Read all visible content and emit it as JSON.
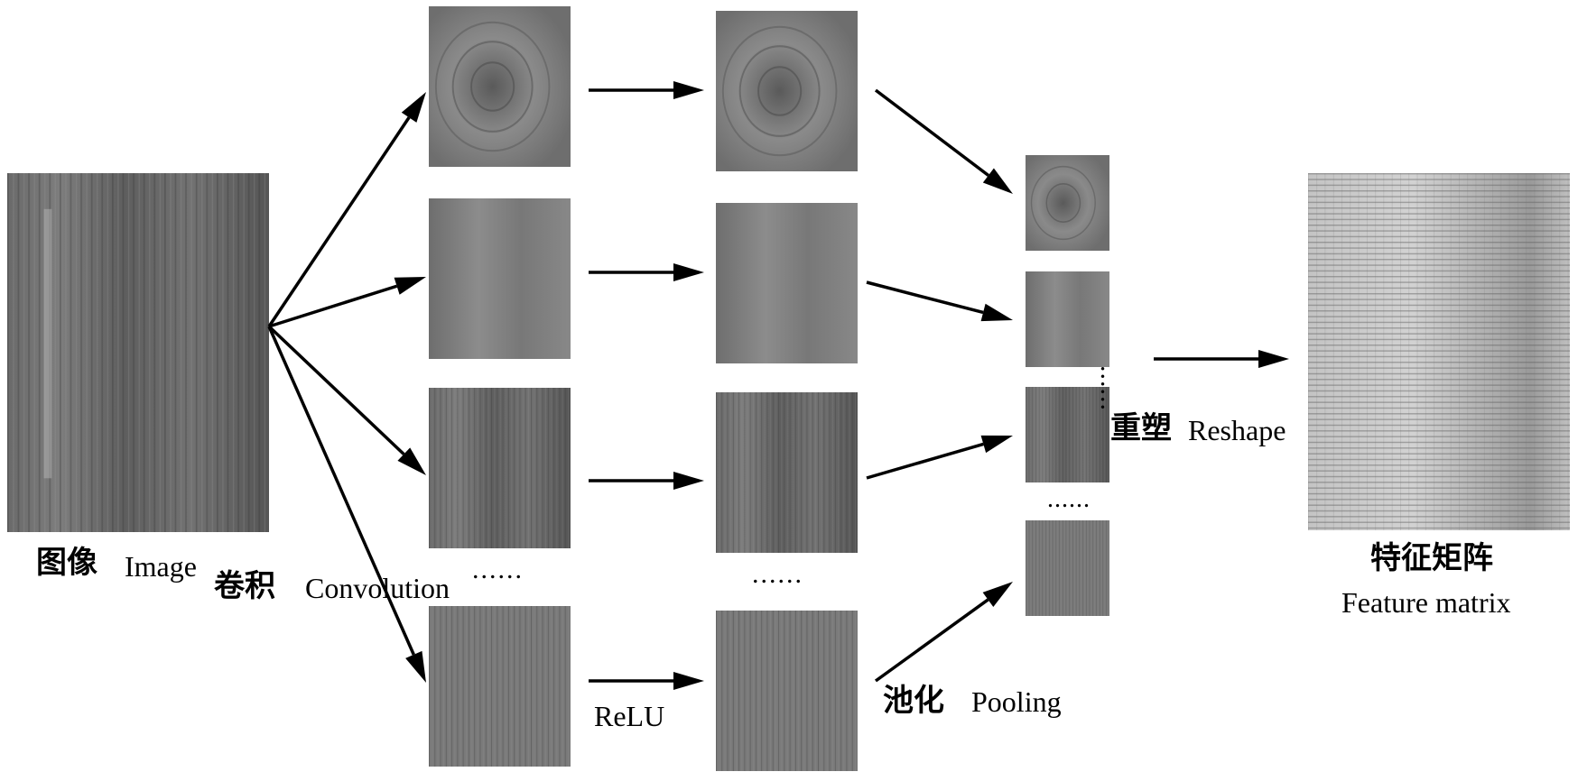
{
  "input": {
    "label_zh": "图像",
    "label_en": "Image"
  },
  "convolution": {
    "label_zh": "卷积",
    "label_en": "Convolution",
    "ellipsis": "......"
  },
  "relu": {
    "label": "ReLU",
    "ellipsis": "......"
  },
  "pooling": {
    "label_zh": "池化",
    "label_en": "Pooling",
    "ellipsis_h": "......",
    "ellipsis_v": "......"
  },
  "reshape": {
    "label_zh": "重塑",
    "label_en": "Reshape"
  },
  "output": {
    "label_zh": "特征矩阵",
    "label_en": "Feature matrix"
  },
  "colors": {
    "arrow": "#000000",
    "tile_dark": "#4a4a4a",
    "tile_mid": "#7a7a7a",
    "tile_light": "#b0b0b0"
  }
}
